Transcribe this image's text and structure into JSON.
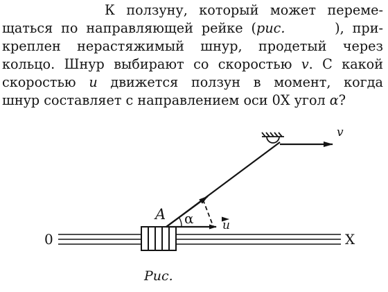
{
  "problem": {
    "line1_pre": "К ползуну, который может переме-",
    "line2_pre": "щаться по направляющей рейке (",
    "line2_ref": "рис.",
    "line2_post": "), при-",
    "line3": "креплен нерастяжимый шнур, продетый через",
    "line4_pre": "кольцо. Шнур выбирают со скоростью ",
    "line4_var": "v",
    "line4_post": ". С какой",
    "line5_pre": "скоростью ",
    "line5_var": "u",
    "line5_post": " движется ползун в момент, когда",
    "line6_pre": "шнур составляет с направлением оси 0X угол ",
    "line6_var": "α",
    "line6_post": "?"
  },
  "figure": {
    "label_origin": "0",
    "label_axis": "X",
    "label_point": "A",
    "label_angle": "α",
    "label_u": "u",
    "label_v": "v",
    "caption": "Рис."
  }
}
